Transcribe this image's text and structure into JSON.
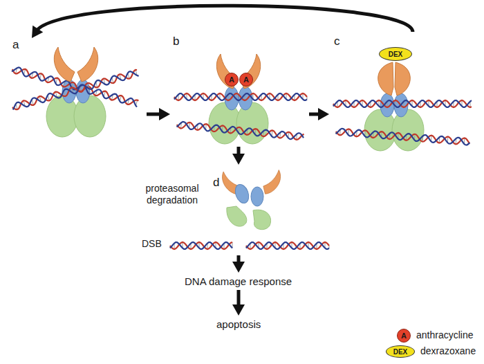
{
  "diagram": {
    "nodes": [
      {
        "text": [
          "a"
        ]
      },
      {
        "text": [
          "b"
        ]
      },
      {
        "text": [
          "A"
        ],
        "in": 1
      },
      {
        "text": [
          "A"
        ],
        "in": 1
      },
      {
        "text": [
          "c"
        ]
      },
      {
        "text": [
          "DEX"
        ],
        "in": 4
      },
      {
        "text": [
          "d",
          "proteasomal degradation",
          "DSB"
        ]
      },
      {
        "text": [
          "DNA damage response"
        ]
      },
      {
        "text": [
          "apoptosis"
        ]
      }
    ],
    "edges": [
      {
        "from": 0,
        "to": 1,
        "arrow": "to"
      },
      {
        "from": 1,
        "to": 4,
        "arrow": "to"
      },
      {
        "from": 4,
        "to": 0,
        "arrow": "to"
      },
      {
        "from": 1,
        "to": 6,
        "arrow": "to"
      },
      {
        "from": 6,
        "to": 7,
        "arrow": "to"
      },
      {
        "from": 7,
        "to": 8,
        "arrow": "to"
      }
    ],
    "labels": [
      "A",
      "DEX"
    ],
    "legend": [
      {
        "text": "anthracycline",
        "color": "#e2412a"
      },
      {
        "text": "dexrazoxane",
        "color": "#f3e11c"
      }
    ]
  }
}
